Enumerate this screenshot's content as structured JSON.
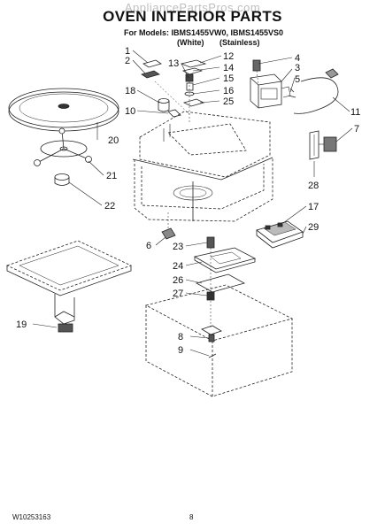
{
  "watermark": "AppliancePartsPros.com",
  "title": "OVEN INTERIOR PARTS",
  "models_line": "For Models: IBMS1455VW0, IBMS1455VS0",
  "variants": [
    "(White)",
    "(Stainless)"
  ],
  "callouts": [
    "1",
    "2",
    "3",
    "4",
    "5",
    "6",
    "7",
    "8",
    "9",
    "10",
    "11",
    "12",
    "13",
    "14",
    "15",
    "16",
    "17",
    "18",
    "19",
    "20",
    "21",
    "22",
    "23",
    "24",
    "25",
    "26",
    "27",
    "28",
    "29"
  ],
  "footer": {
    "doc_number": "W10253163",
    "page_number": "8"
  }
}
